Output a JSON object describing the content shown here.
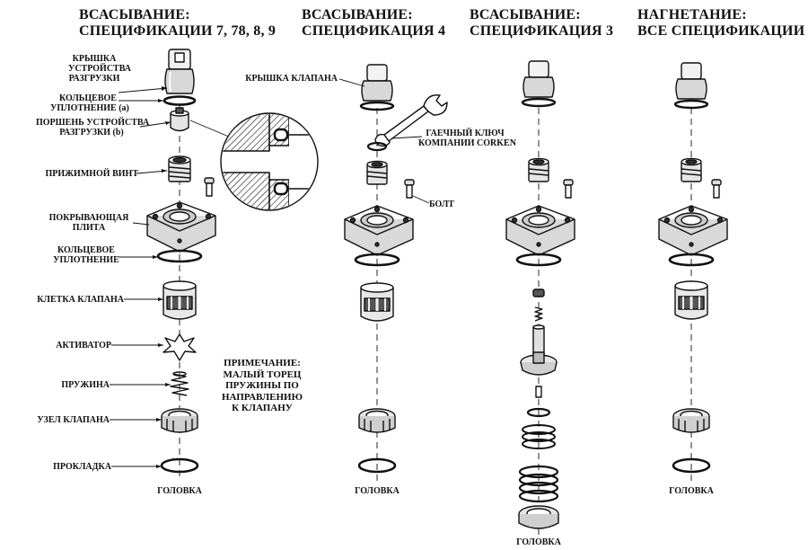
{
  "columns": [
    {
      "title_line1": "ВСАСЫВАНИЕ:",
      "title_line2": "СПЕЦИФИКАЦИИ 7, 78, 8, 9"
    },
    {
      "title_line1": "ВСАСЫВАНИЕ:",
      "title_line2": "СПЕЦИФИКАЦИЯ 4"
    },
    {
      "title_line1": "ВСАСЫВАНИЕ:",
      "title_line2": "СПЕЦИФИКАЦИЯ 3"
    },
    {
      "title_line1": "НАГНЕТАНИЕ:",
      "title_line2": "ВСЕ СПЕЦИФИКАЦИИ"
    }
  ],
  "labels": {
    "unloader_cover_1": "КРЫШКА",
    "unloader_cover_2": "УСТРОЙСТВА",
    "unloader_cover_3": "РАЗГРУЗКИ",
    "oring_a_1": "КОЛЬЦЕВОЕ",
    "oring_a_2": "УПЛОТНЕНИЕ (a)",
    "unloader_piston_1": "ПОРШЕНЬ УСТРОЙСТВА",
    "unloader_piston_2": "РАЗГРУЗКИ (b)",
    "clamp_screw": "ПРИЖИМНОЙ ВИНТ",
    "cover_plate_1": "ПОКРЫВАЮЩАЯ",
    "cover_plate_2": "ПЛИТА",
    "oring_1": "КОЛЬЦЕВОЕ",
    "oring_2": "УПЛОТНЕНИЕ",
    "valve_cage": "КЛЕТКА КЛАПАНА",
    "activator": "АКТИВАТОР",
    "spring": "ПРУЖИНА",
    "valve_assembly": "УЗЕЛ КЛАПАНА",
    "gasket": "ПРОКЛАДКА",
    "head": "ГОЛОВКА",
    "valve_cap": "КРЫШКА КЛАПАНА",
    "wrench_1": "ГАЕЧНЫЙ КЛЮЧ",
    "wrench_2": "КОМПАНИИ CORKEN",
    "bolt": "БОЛТ"
  },
  "note": {
    "line1": "ПРИМЕЧАНИЕ:",
    "line2": "МАЛЫЙ ТОРЕЦ",
    "line3": "ПРУЖИНЫ ПО",
    "line4": "НАПРАВЛЕНИЮ",
    "line5": "К КЛАПАНУ"
  },
  "colors": {
    "ink": "#111111",
    "paper": "#ffffff"
  }
}
